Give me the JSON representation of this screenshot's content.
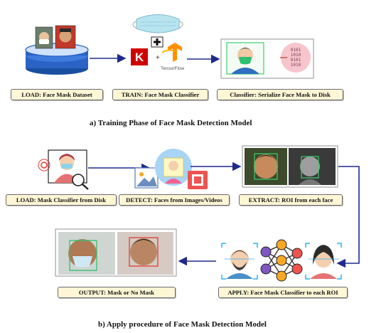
{
  "training": {
    "labels": {
      "load": "LOAD: Face Mask Dataset",
      "train": "TRAIN: Face Mask Classifier",
      "serialize": "Classifier: Serialize Face Mask to Disk"
    },
    "tensorflow_text": "TensorFlow",
    "keras_letter": "K",
    "binary_text": [
      "0101",
      "1010",
      "0101",
      "1010"
    ],
    "caption": "a) Training Phase of Face Mask Detection Model"
  },
  "apply": {
    "labels": {
      "load": "LOAD: Mask Classifier from Disk",
      "detect": "DETECT: Faces from Images/Videos",
      "extract": "EXTRACT: ROI from each face",
      "apply": "APPLY: Face Mask Classifier to each ROI",
      "output": "OUTPUT: Mask or No Mask"
    },
    "caption": "b) Apply procedure of Face Mask Detection Model"
  },
  "colors": {
    "arrow": "#1f2a8c",
    "label_fill": "#fff6d6",
    "mask_green": "#2fbf71",
    "mask_blue": "#8fd3e8",
    "no_mask_red": "#e53935",
    "keras_red": "#d00000",
    "tf_orange": "#ff8f00",
    "accent_cyan": "#29b6f6"
  },
  "icons": [
    "database-icon",
    "mask-icon",
    "keras-icon",
    "tensorflow-icon",
    "plus-icon",
    "masked-person-icon",
    "binary-disk-icon",
    "detection-person-icon",
    "magnifier-icon",
    "image-gallery-icon",
    "neural-network-icon",
    "face-scan-icon"
  ]
}
